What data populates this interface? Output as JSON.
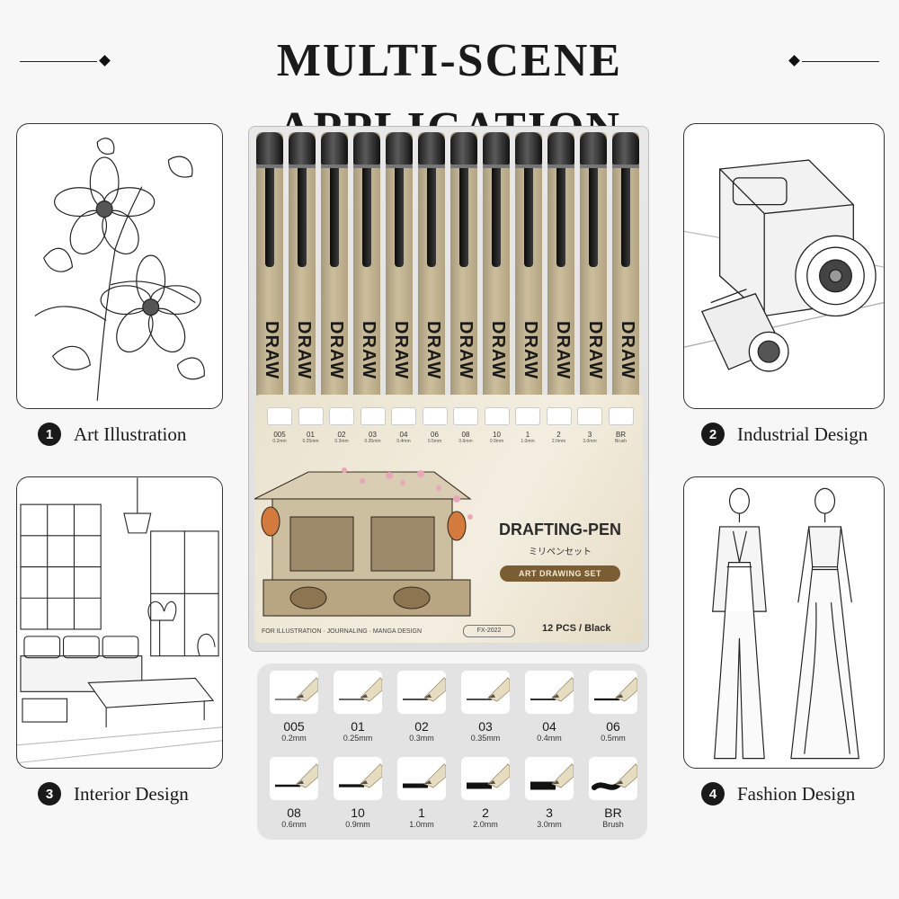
{
  "header": {
    "title": "MULTI-SCENE APPLICATION"
  },
  "scenes": [
    {
      "number": "1",
      "label": "Art Illustration",
      "icon": "flower-sketch-icon"
    },
    {
      "number": "2",
      "label": "Industrial Design",
      "icon": "camera-sketch-icon"
    },
    {
      "number": "3",
      "label": "Interior Design",
      "icon": "living-room-sketch-icon"
    },
    {
      "number": "4",
      "label": "Fashion Design",
      "icon": "fashion-figures-sketch-icon"
    }
  ],
  "pack": {
    "pen_label": "DRAW",
    "brand": "DRAFTING-PEN",
    "subtitle_jp": "ミリペンセット",
    "badge": "ART DRAWING SET",
    "count": "12 PCS / Black",
    "model": "FX-2022",
    "uses": "FOR ILLUSTRATION · JOURNALING · MANGA DESIGN",
    "card_tips": [
      {
        "code": "005",
        "size": "0.2mm"
      },
      {
        "code": "01",
        "size": "0.25mm"
      },
      {
        "code": "02",
        "size": "0.3mm"
      },
      {
        "code": "03",
        "size": "0.35mm"
      },
      {
        "code": "04",
        "size": "0.4mm"
      },
      {
        "code": "06",
        "size": "0.5mm"
      },
      {
        "code": "08",
        "size": "0.6mm"
      },
      {
        "code": "10",
        "size": "0.9mm"
      },
      {
        "code": "1",
        "size": "1.0mm"
      },
      {
        "code": "2",
        "size": "2.0mm"
      },
      {
        "code": "3",
        "size": "3.0mm"
      },
      {
        "code": "BR",
        "size": "Brush"
      }
    ]
  },
  "nibs": [
    {
      "code": "005",
      "size": "0.2mm"
    },
    {
      "code": "01",
      "size": "0.25mm"
    },
    {
      "code": "02",
      "size": "0.3mm"
    },
    {
      "code": "03",
      "size": "0.35mm"
    },
    {
      "code": "04",
      "size": "0.4mm"
    },
    {
      "code": "06",
      "size": "0.5mm"
    },
    {
      "code": "08",
      "size": "0.6mm"
    },
    {
      "code": "10",
      "size": "0.9mm"
    },
    {
      "code": "1",
      "size": "1.0mm"
    },
    {
      "code": "2",
      "size": "2.0mm"
    },
    {
      "code": "3",
      "size": "3.0mm"
    },
    {
      "code": "BR",
      "size": "Brush"
    }
  ],
  "colors": {
    "pen_body": "#c2b491",
    "pen_cap": "#1b1b1b",
    "badge": "#7b5d34",
    "nib_grid_bg": "#e3e3e3"
  }
}
